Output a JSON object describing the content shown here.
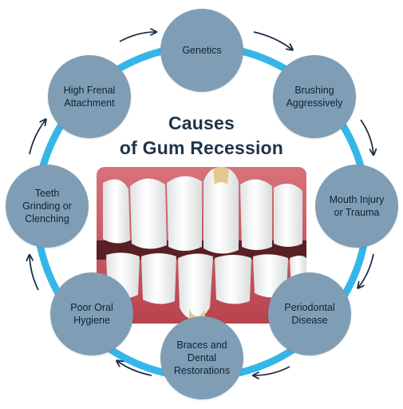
{
  "title_line1": "Causes",
  "title_line2": "of Gum Recession",
  "causes": [
    "Genetics",
    "Brushing\nAggressively",
    "Mouth Injury\nor Trauma",
    "Periodontal\nDisease",
    "Braces and\nDental\nRestorations",
    "Poor Oral\nHygiene",
    "Teeth\nGrinding or\nClenching",
    "High Frenal\nAttachment"
  ],
  "colors": {
    "ring": "#35b6e8",
    "node_fill": "#7f9eb5",
    "node_text": "#0f2233",
    "arrow": "#1b2f42",
    "title": "#1f3347",
    "gum": "#c2545c",
    "tooth": "#f6f7f6"
  }
}
